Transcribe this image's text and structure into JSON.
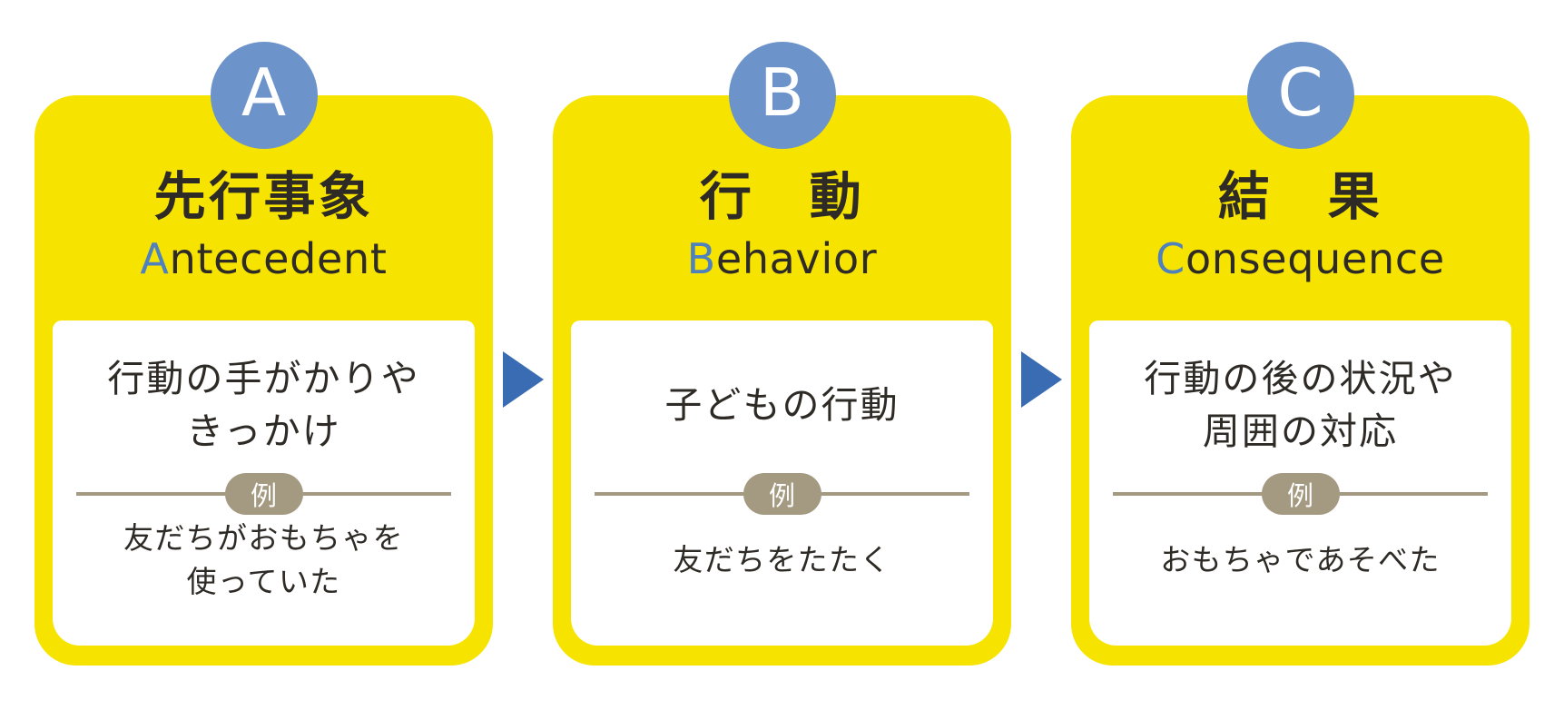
{
  "title": "ABC behavior analysis diagram",
  "colors": {
    "yellow": "#F6E300",
    "circle_blue": "#6D93CB",
    "arrow_blue": "#3A6CB4",
    "initial_blue": "#4E81BE",
    "text_dark": "#2E2A26",
    "taupe": "#A49981",
    "white": "#FFFFFF"
  },
  "cards": [
    {
      "letter": "A",
      "jp_title": "先行事象",
      "en_initial": "A",
      "en_rest": "ntecedent",
      "description": "行動の手がかりや\nきっかけ",
      "example_label": "例",
      "example": "友だちがおもちゃを\n使っていた"
    },
    {
      "letter": "B",
      "jp_title": "行　動",
      "en_initial": "B",
      "en_rest": "ehavior",
      "description": "子どもの行動",
      "example_label": "例",
      "example": "友だちをたたく"
    },
    {
      "letter": "C",
      "jp_title": "結　果",
      "en_initial": "C",
      "en_rest": "onsequence",
      "description": "行動の後の状況や\n周囲の対応",
      "example_label": "例",
      "example": "おもちゃであそべた"
    }
  ]
}
